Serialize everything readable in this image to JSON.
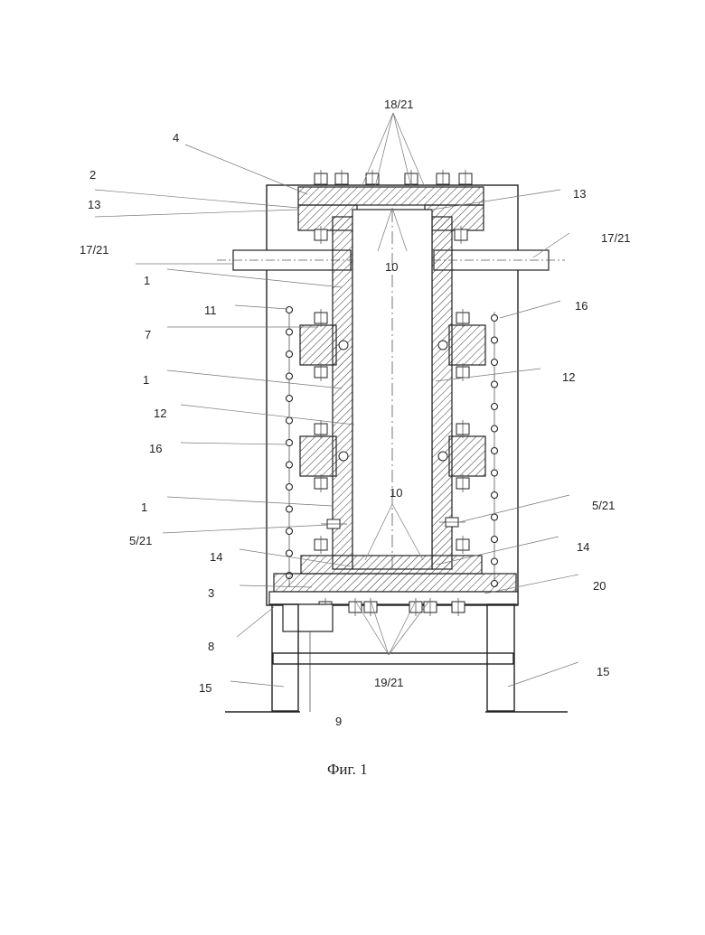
{
  "figure": {
    "caption": "Фиг. 1",
    "labels": [
      {
        "id": "l-18-21",
        "text": "18/21"
      },
      {
        "id": "l-4",
        "text": "4"
      },
      {
        "id": "l-2",
        "text": "2"
      },
      {
        "id": "l-13-left",
        "text": "13"
      },
      {
        "id": "l-13-right",
        "text": "13"
      },
      {
        "id": "l-17-21-left",
        "text": "17/21"
      },
      {
        "id": "l-17-21-right",
        "text": "17/21"
      },
      {
        "id": "l-10-top",
        "text": "10"
      },
      {
        "id": "l-1-a",
        "text": "1"
      },
      {
        "id": "l-11",
        "text": "11"
      },
      {
        "id": "l-16-right",
        "text": "16"
      },
      {
        "id": "l-7",
        "text": "7"
      },
      {
        "id": "l-1-b",
        "text": "1"
      },
      {
        "id": "l-12-right",
        "text": "12"
      },
      {
        "id": "l-12-left",
        "text": "12"
      },
      {
        "id": "l-16-left",
        "text": "16"
      },
      {
        "id": "l-10-bottom",
        "text": "10"
      },
      {
        "id": "l-1-c",
        "text": "1"
      },
      {
        "id": "l-5-21-right",
        "text": "5/21"
      },
      {
        "id": "l-5-21-left",
        "text": "5/21"
      },
      {
        "id": "l-14-left",
        "text": "14"
      },
      {
        "id": "l-14-right",
        "text": "14"
      },
      {
        "id": "l-3",
        "text": "3"
      },
      {
        "id": "l-20",
        "text": "20"
      },
      {
        "id": "l-8",
        "text": "8"
      },
      {
        "id": "l-15-right",
        "text": "15"
      },
      {
        "id": "l-19-21",
        "text": "19/21"
      },
      {
        "id": "l-15-left",
        "text": "15"
      },
      {
        "id": "l-9",
        "text": "9"
      }
    ]
  }
}
